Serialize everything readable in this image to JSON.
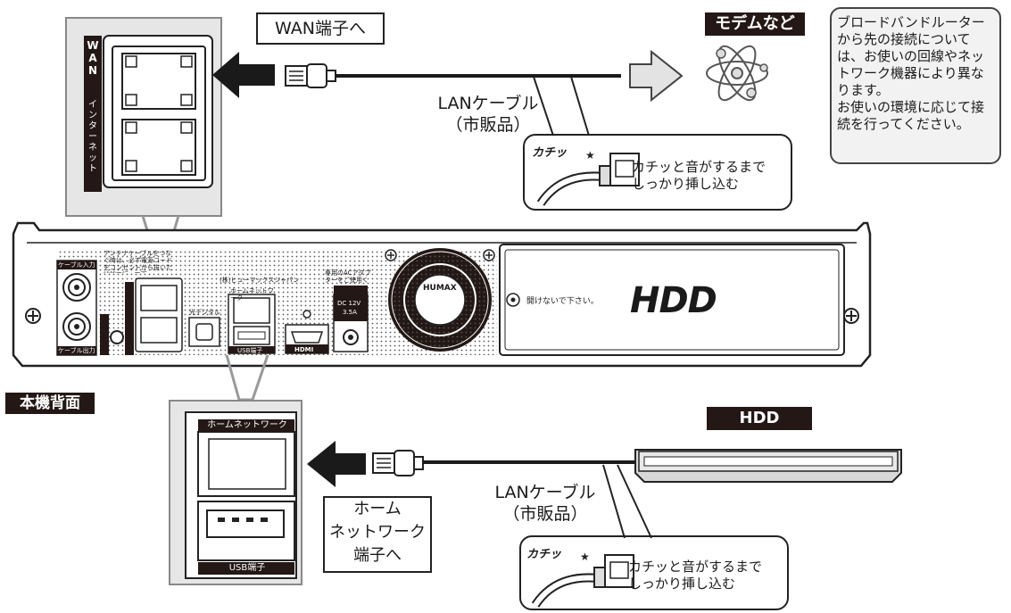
{
  "top_section": {
    "wan_label": "WAN端子へ",
    "modem_label": "モデムなど",
    "cable_label_line1": "LANケーブル",
    "cable_label_line2": "（市販品）",
    "note_line1": "ブロードバンドルーター",
    "note_line2": "から先の接続について",
    "note_line3": "は、お使いの回線やネッ",
    "note_line4": "トワーク機器により異な",
    "note_line5": "ります。",
    "note_line6": "お使いの環境に応じて接",
    "note_line7": "続を行ってください。",
    "click_sound": "カチッ",
    "click_text_line1": "カチッと音がするまで",
    "click_text_line2": "しっかり挿し込む",
    "zoom_wan_vertical": "WAN",
    "zoom_internet_vertical": "インターネット"
  },
  "device": {
    "rear_label": "本機背面",
    "hdd_logo": "HDD",
    "do_not_open": "開けないで下さい。",
    "cable_in": "ケーブル入力",
    "cable_out": "ケーブル出力",
    "optical": "光デジタル",
    "home_network_small": "ホームネットワーク",
    "usb_small": "USB端子",
    "hdmi": "HDMI",
    "dc_label": "DC 12V",
    "dc_current": "3.5A",
    "humax": "HUMAX",
    "company": "(株)ヒューマックスジャパン",
    "antenna_warning": "アンテナケーブルをつなぐ時は、必ず電源コードをコンセントから抜いた状態で行って下",
    "adapter_note": "専用のACアダプターをご使用ください。"
  },
  "bottom_section": {
    "home_network_label": "ホームネットワーク",
    "usb_label": "USB端子",
    "hdd_label": "HDD",
    "cable_label_line1": "LANケーブル",
    "cable_label_line2": "（市販品）",
    "dest_line1": "ホーム",
    "dest_line2": "ネットワーク",
    "dest_line3": "端子へ",
    "click_sound": "カチッ",
    "click_text_line1": "カチッと音がするまで",
    "click_text_line2": "しっかり挿し込む"
  }
}
